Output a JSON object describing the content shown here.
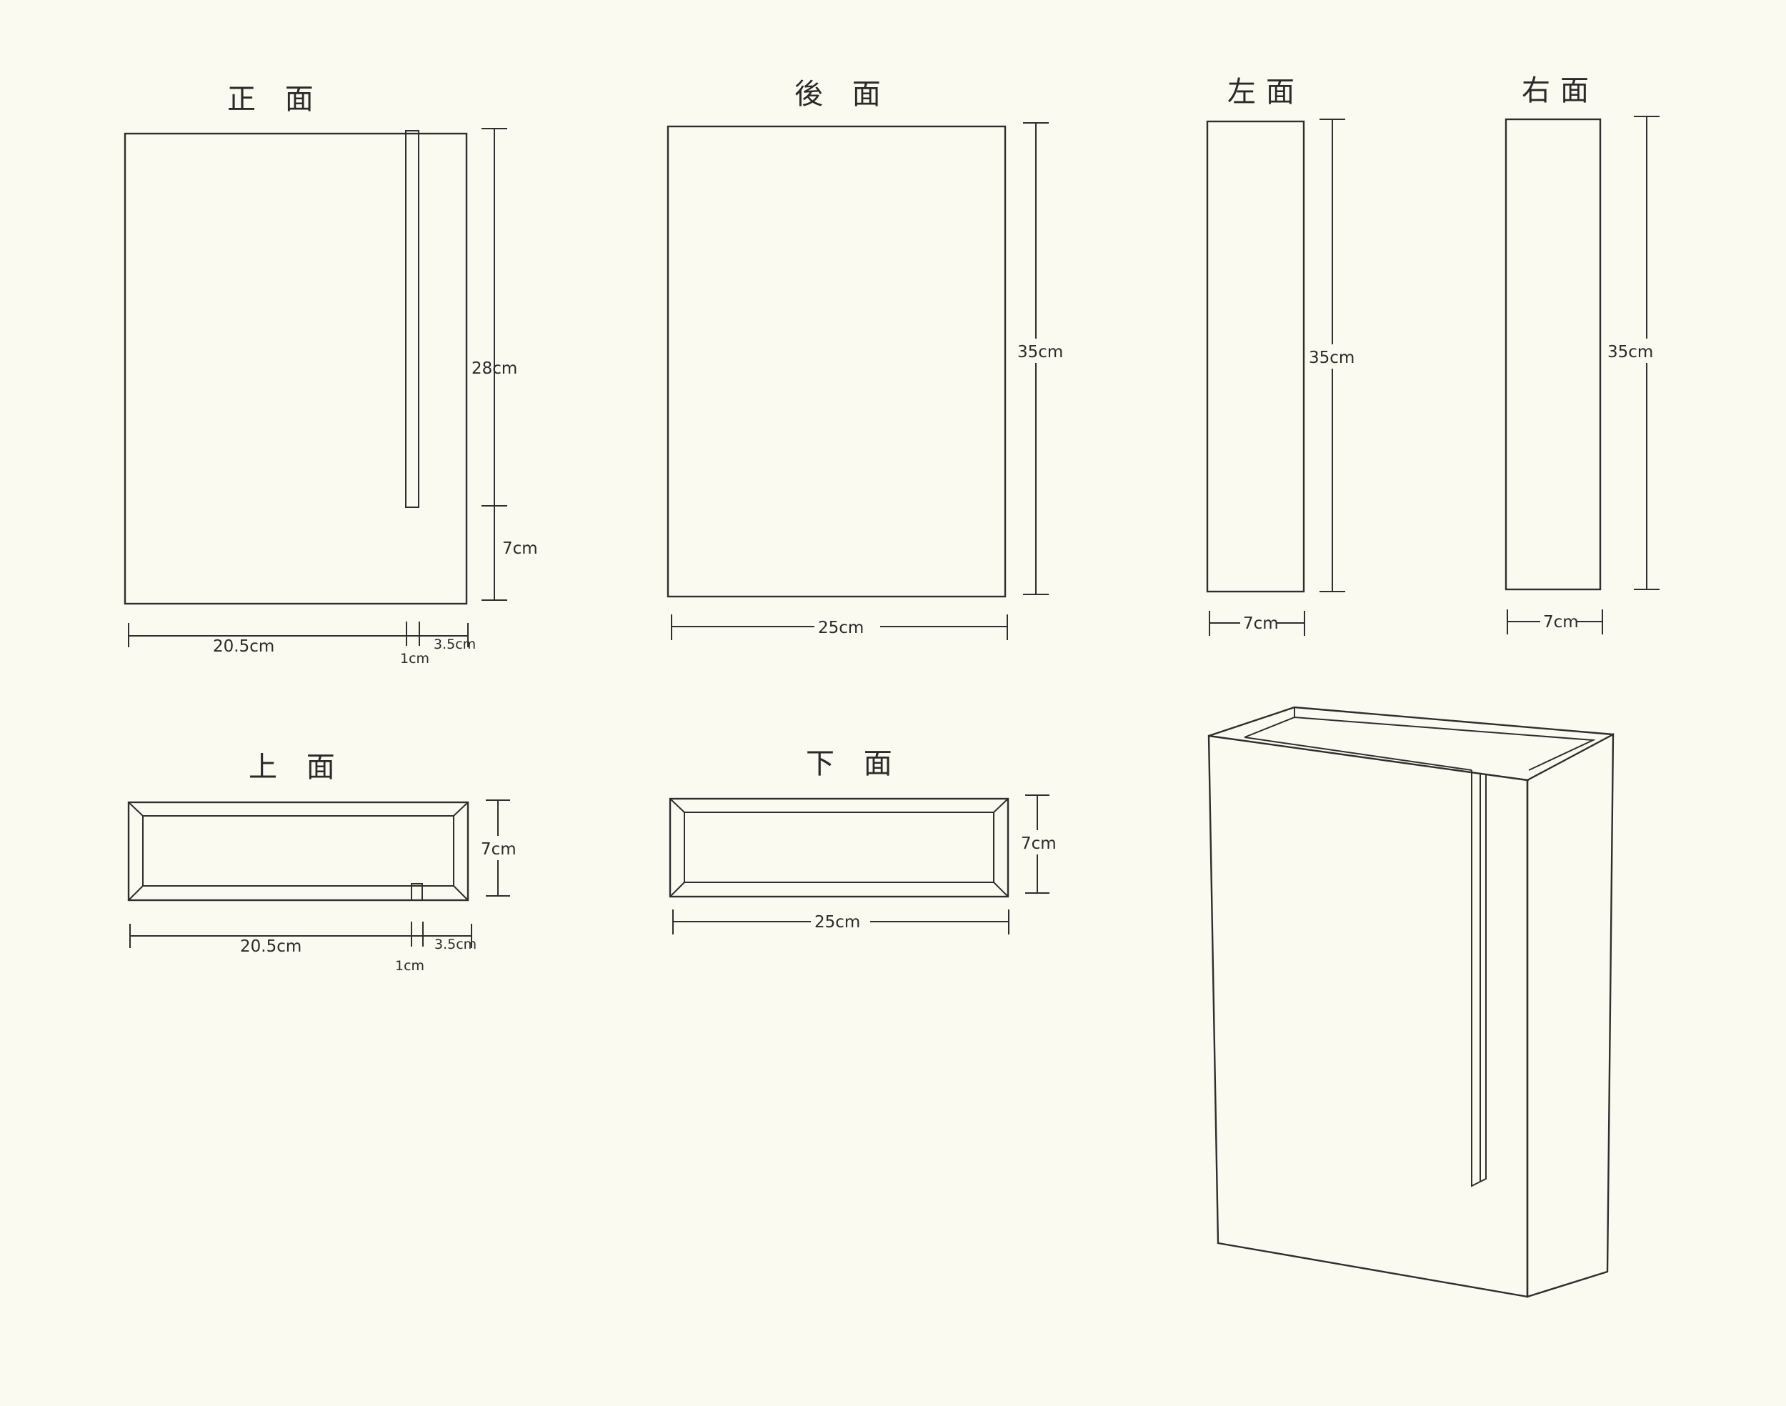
{
  "views": {
    "front": {
      "title": "正 面",
      "height_main": "28cm",
      "height_lower": "7cm",
      "width_main": "20.5cm",
      "width_slot": "1cm",
      "width_right": "3.5cm"
    },
    "back": {
      "title": "後 面",
      "height": "35cm",
      "width": "25cm"
    },
    "left": {
      "title": "左面",
      "height": "35cm",
      "width": "7cm"
    },
    "right": {
      "title": "右面",
      "height": "35cm",
      "width": "7cm"
    },
    "top": {
      "title": "上 面",
      "depth": "7cm",
      "width_main": "20.5cm",
      "width_slot": "1cm",
      "width_right": "3.5cm"
    },
    "bottom": {
      "title": "下 面",
      "depth": "7cm",
      "width": "25cm"
    }
  }
}
